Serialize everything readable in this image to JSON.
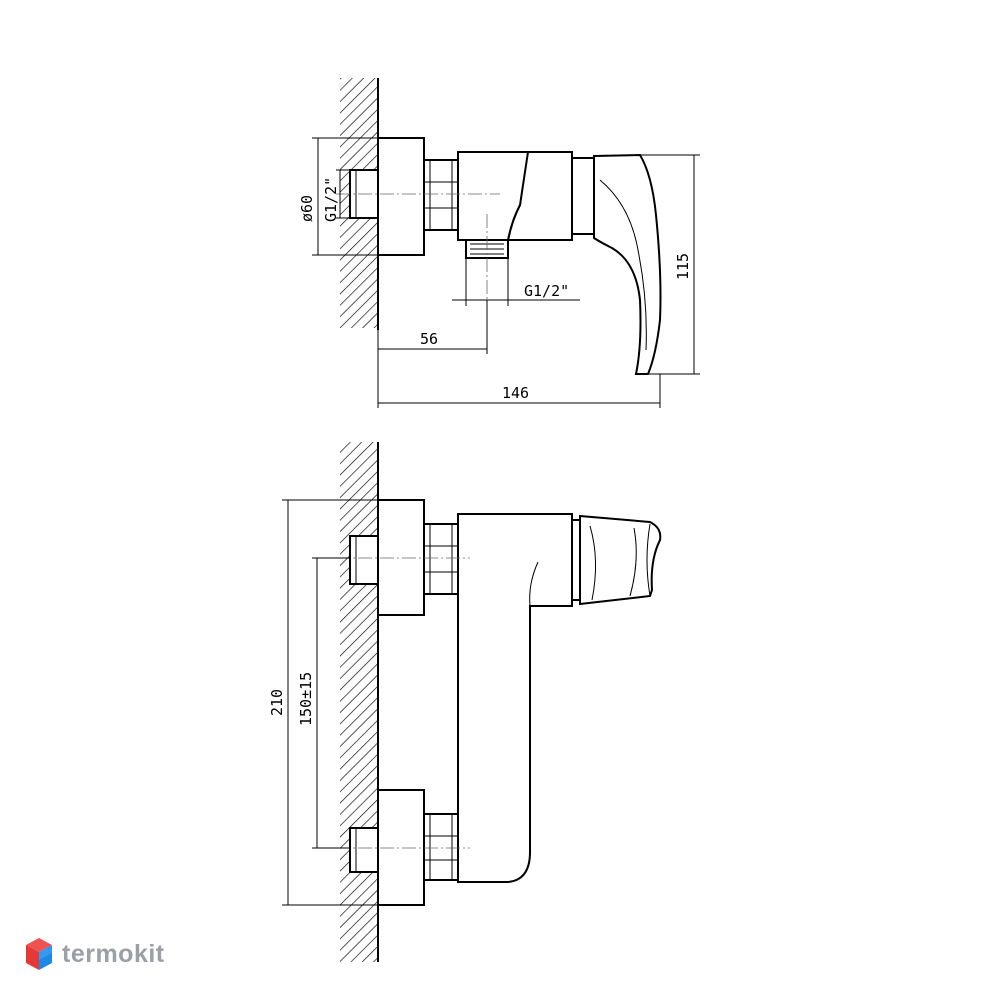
{
  "top_view": {
    "dims": {
      "inlet_diameter": "ø60",
      "inlet_thread": "G1/2\"",
      "outlet_thread": "G1/2\"",
      "outlet_offset": "56",
      "total_depth": "146",
      "handle_height": "115"
    }
  },
  "side_view": {
    "dims": {
      "total_height": "210",
      "inlet_spacing": "150±15"
    }
  },
  "brand": {
    "name": "termokit",
    "colors": {
      "primary": "#e53935",
      "secondary": "#1e88e5",
      "text": "#9aa0a6"
    }
  }
}
